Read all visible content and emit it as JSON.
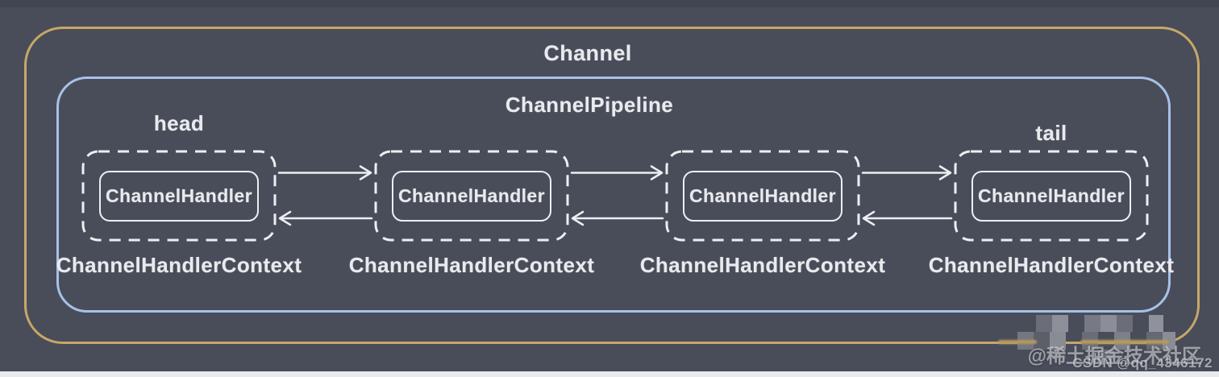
{
  "colors": {
    "background": "#494d5a",
    "channel_border": "#c7a768",
    "pipeline_border": "#a7c1e7",
    "diagram_line": "#eceef2",
    "text": "#e9eaee",
    "bottom_strip": "#e9e9ee"
  },
  "channel": {
    "label": "Channel",
    "pipeline": {
      "label": "ChannelPipeline",
      "head_label": "head",
      "tail_label": "tail",
      "handlers": [
        {
          "handler": "ChannelHandler",
          "context": "ChannelHandlerContext"
        },
        {
          "handler": "ChannelHandler",
          "context": "ChannelHandlerContext"
        },
        {
          "handler": "ChannelHandler",
          "context": "ChannelHandlerContext"
        },
        {
          "handler": "ChannelHandler",
          "context": "ChannelHandlerContext"
        }
      ],
      "arrow_directions": {
        "top_row": "left-to-right",
        "bottom_row": "right-to-left"
      }
    }
  },
  "icons": {
    "forward_arrow": "arrow-right-icon",
    "backward_arrow": "arrow-left-icon"
  },
  "watermarks": {
    "juejin": "@稀土掘金技术社区",
    "csdn": "CSDN @qq_4346172"
  }
}
